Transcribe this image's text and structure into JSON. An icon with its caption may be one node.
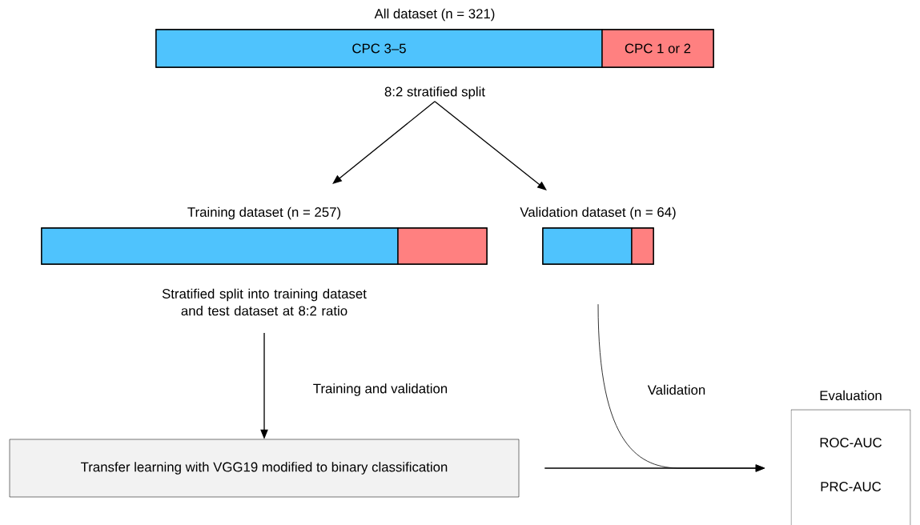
{
  "diagram": {
    "nodes": [
      {
        "text": [
          "All dataset (n = 321)"
        ]
      },
      {
        "text": [
          "CPC 3–5"
        ],
        "in": 0
      },
      {
        "text": [
          "CPC 1 or 2"
        ],
        "in": 0
      },
      {
        "text": [
          "8:2 stratified split"
        ]
      },
      {
        "text": [
          "Training dataset (n = 257)"
        ]
      },
      {
        "text": [],
        "shape": "bar",
        "in": 4
      },
      {
        "text": [],
        "shape": "bar",
        "in": 4
      },
      {
        "text": [
          "Validation dataset (n = 64)"
        ]
      },
      {
        "text": [],
        "shape": "bar",
        "in": 7
      },
      {
        "text": [],
        "shape": "bar",
        "in": 7
      },
      {
        "text": [
          "Stratified split into training dataset and test dataset at 8:2 ratio"
        ]
      },
      {
        "text": [
          "Transfer learning with VGG19 modified to binary classification"
        ]
      },
      {
        "text": [
          "Evaluation",
          "ROC-AUC",
          "PRC-AUC"
        ]
      }
    ],
    "edges": [
      {
        "from": 3,
        "to": 4,
        "arrow": "to"
      },
      {
        "from": 3,
        "to": 7,
        "arrow": "to"
      },
      {
        "from": 10,
        "to": 11,
        "arrow": "to",
        "label": "Training and validation"
      },
      {
        "from": 7,
        "to": 12,
        "arrow": "to",
        "label": "Validation"
      },
      {
        "from": 11,
        "to": 12,
        "arrow": "to"
      }
    ]
  }
}
